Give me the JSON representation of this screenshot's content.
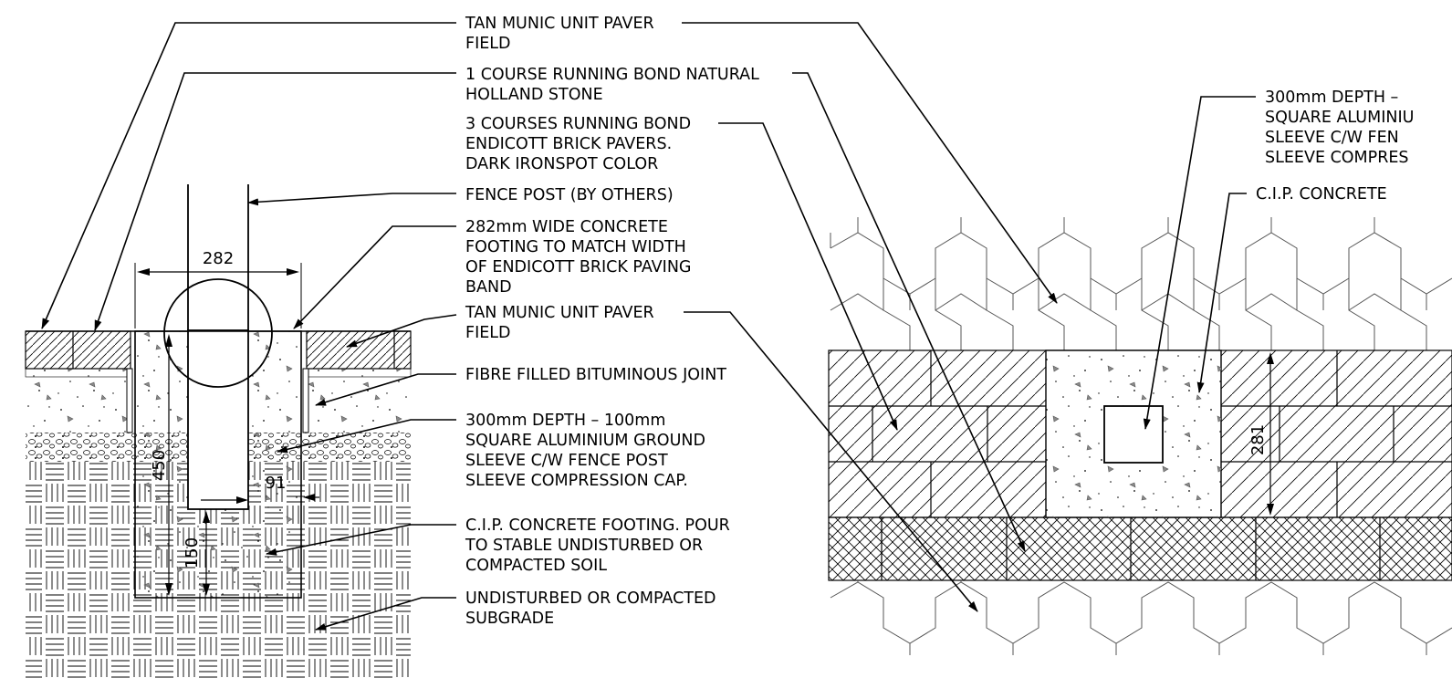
{
  "labels": {
    "l1a": "TAN MUNIC UNIT PAVER",
    "l1b": "FIELD",
    "l2a": "1 COURSE RUNNING BOND NATURAL",
    "l2b": "HOLLAND STONE",
    "l3a": "3 COURSES RUNNING BOND",
    "l3b": "ENDICOTT BRICK PAVERS.",
    "l3c": "DARK IRONSPOT COLOR",
    "l4a": "FENCE POST (BY OTHERS)",
    "l5a": "282mm WIDE CONCRETE",
    "l5b": "FOOTING TO MATCH WIDTH",
    "l5c": "OF ENDICOTT BRICK PAVING",
    "l5d": "BAND",
    "l6a": "TAN MUNIC UNIT PAVER",
    "l6b": "FIELD",
    "l7a": "FIBRE FILLED BITUMINOUS JOINT",
    "l8a": "300mm DEPTH – 100mm",
    "l8b": "SQUARE ALUMINIUM GROUND",
    "l8c": "SLEEVE C/W FENCE POST",
    "l8d": "SLEEVE COMPRESSION CAP.",
    "l9a": "C.I.P. CONCRETE FOOTING. POUR",
    "l9b": "TO STABLE UNDISTURBED OR",
    "l9c": "COMPACTED SOIL",
    "l10a": "UNDISTURBED OR COMPACTED",
    "l10b": "SUBGRADE"
  },
  "right_labels": {
    "r1a": "300mm DEPTH –",
    "r1b": "SQUARE ALUMINIU",
    "r1c": "SLEEVE C/W FEN",
    "r1d": "SLEEVE COMPRES",
    "r2a": "C.I.P. CONCRETE"
  },
  "dims": {
    "width_282": "282",
    "depth_450": "450",
    "offset_91": "91",
    "depth_150": "150",
    "plan_281": "281"
  }
}
